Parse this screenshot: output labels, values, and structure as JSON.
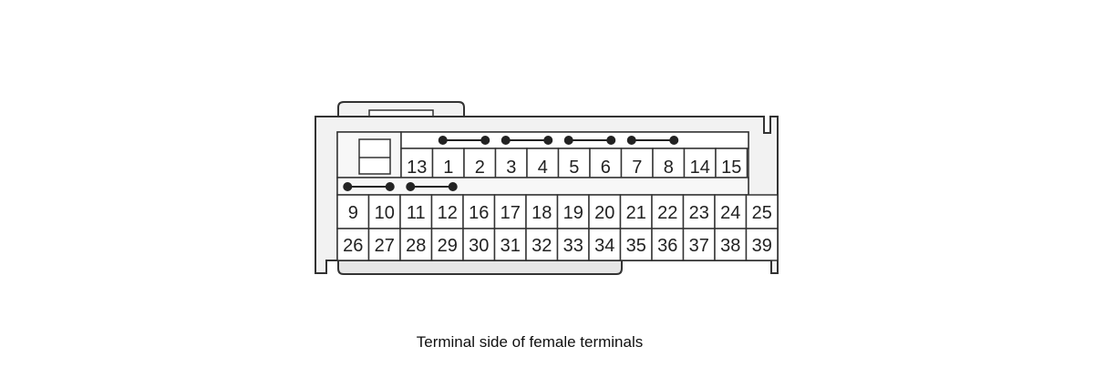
{
  "colors": {
    "outline": "#333333",
    "body_fill": "#f2f2f2",
    "cell_fill": "#ffffff",
    "shade_fill": "#e6e6e6",
    "text": "#222222"
  },
  "connector": {
    "top_row": {
      "pins": [
        "13",
        "1",
        "2",
        "3",
        "4",
        "5",
        "6",
        "7",
        "8",
        "14",
        "15"
      ],
      "bridges": [
        [
          "1",
          "2"
        ],
        [
          "3",
          "4"
        ],
        [
          "5",
          "6"
        ],
        [
          "7",
          "8"
        ]
      ]
    },
    "middle_row": {
      "pins": [
        "9",
        "10",
        "11",
        "12",
        "16",
        "17",
        "18",
        "19",
        "20",
        "21",
        "22",
        "23",
        "24",
        "25"
      ],
      "bridges": [
        [
          "9",
          "10"
        ],
        [
          "11",
          "12"
        ]
      ]
    },
    "bottom_row": {
      "pins": [
        "26",
        "27",
        "28",
        "29",
        "30",
        "31",
        "32",
        "33",
        "34",
        "35",
        "36",
        "37",
        "38",
        "39"
      ]
    }
  },
  "caption": "Terminal side of female terminals"
}
